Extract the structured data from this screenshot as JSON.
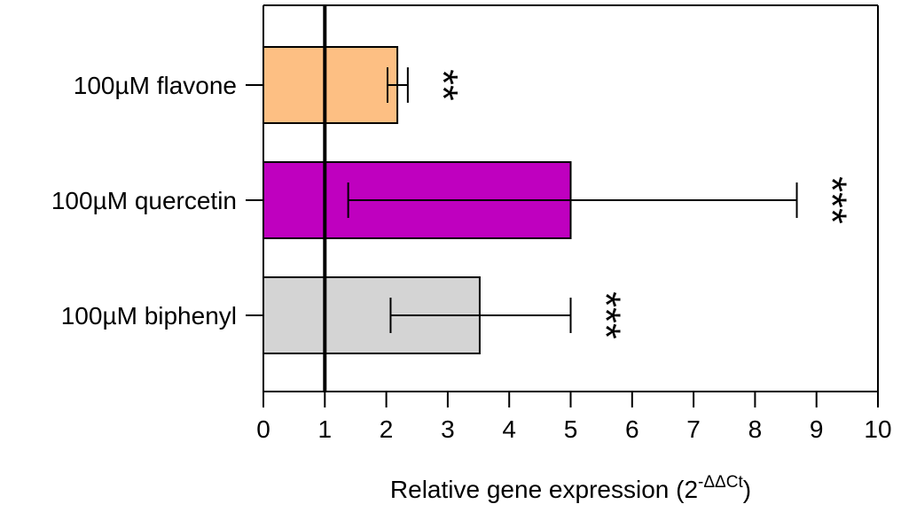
{
  "chart_data": {
    "type": "bar",
    "orientation": "horizontal",
    "categories": [
      "100µM flavone",
      "100µM quercetin",
      "100µM biphenyl"
    ],
    "values": [
      2.18,
      5.0,
      3.52
    ],
    "error_low": [
      2.02,
      1.38,
      2.07
    ],
    "error_high": [
      2.35,
      8.68,
      5.0
    ],
    "colors": [
      "#FDBF83",
      "#BF00BF",
      "#D4D4D4"
    ],
    "significance": [
      "**",
      "***",
      "***"
    ],
    "reference_line": 1,
    "xlim": [
      0,
      10
    ],
    "xticks": [
      0,
      1,
      2,
      3,
      4,
      5,
      6,
      7,
      8,
      9,
      10
    ],
    "xlabel": "Relative gene expression (2",
    "xlabel_sup": "-ΔΔCt",
    "xlabel_end": ")",
    "title": "",
    "grid": false
  }
}
